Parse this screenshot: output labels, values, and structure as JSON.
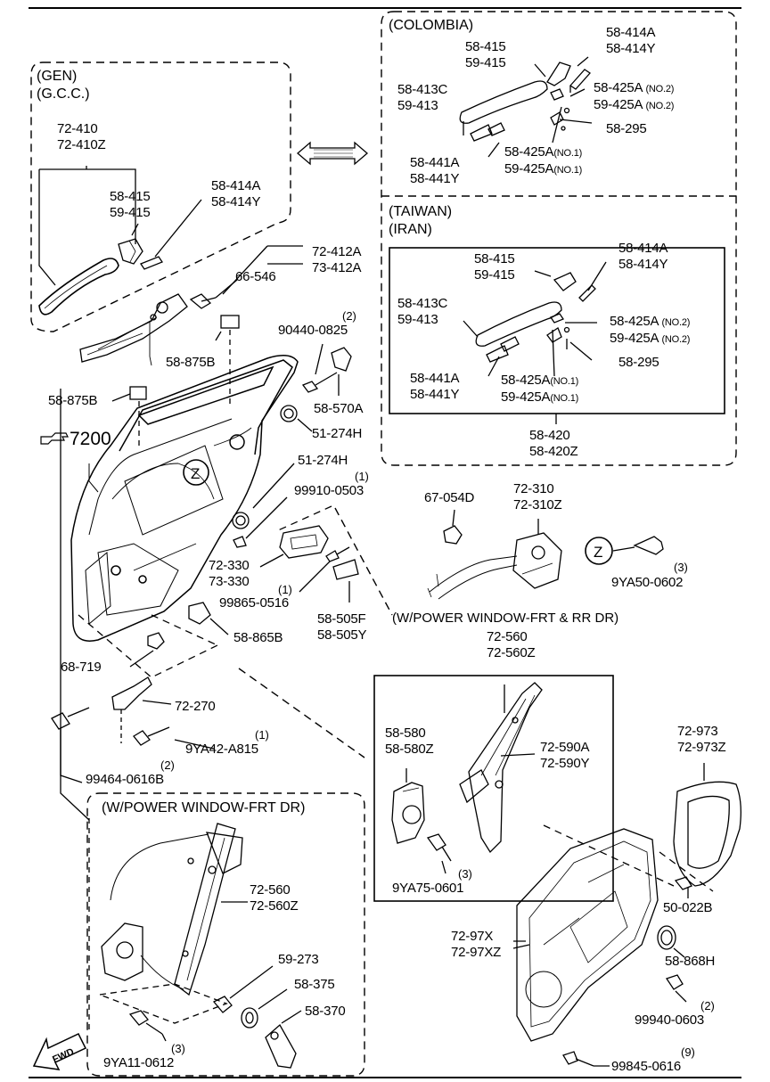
{
  "reference": {
    "icon": "pointing-hand-icon",
    "text": "7200"
  },
  "fwd": "FWD",
  "z_marker": "Z",
  "boxes": {
    "gen": {
      "title1": "(GEN)",
      "title2": "(G.C.C.)"
    },
    "colombia": {
      "title": "(COLOMBIA)"
    },
    "taiwan": {
      "title1": "(TAIWAN)",
      "title2": "(IRAN)"
    },
    "power_frt_rr": {
      "title": "(W/POWER WINDOW-FRT & RR DR)"
    },
    "power_frt": {
      "title": "(W/POWER WINDOW-FRT DR)"
    }
  },
  "labels": {
    "gen_72410": [
      "72-410",
      "72-410Z"
    ],
    "gen_58415": [
      "58-415",
      "59-415"
    ],
    "gen_58414": [
      "58-414A",
      "58-414Y"
    ],
    "col_58415": [
      "58-415",
      "59-415"
    ],
    "col_58414": [
      "58-414A",
      "58-414Y"
    ],
    "col_58413": [
      "58-413C",
      "59-413"
    ],
    "col_58425_no2": [
      "58-425A",
      "59-425A"
    ],
    "no2": "(NO.2)",
    "col_58295": "58-295",
    "col_58441": [
      "58-441A",
      "58-441Y"
    ],
    "col_58425_no1": [
      "58-425A",
      "59-425A"
    ],
    "no1": "(NO.1)",
    "tw_58415": [
      "58-415",
      "59-415"
    ],
    "tw_58414": [
      "58-414A",
      "58-414Y"
    ],
    "tw_58413": [
      "58-413C",
      "59-413"
    ],
    "tw_58425_no2": [
      "58-425A",
      "59-425A"
    ],
    "tw_58295": "58-295",
    "tw_58441": [
      "58-441A",
      "58-441Y"
    ],
    "tw_58425_no1": [
      "58-425A",
      "59-425A"
    ],
    "tw_58420": [
      "58-420",
      "58-420Z"
    ],
    "l_72412": [
      "72-412A",
      "73-412A"
    ],
    "l_66546": "66-546",
    "l_58875b_top": "58-875B",
    "l_58875b_left": "58-875B",
    "l_90440": "90440-0825",
    "q_90440": "(2)",
    "l_58570": "58-570A",
    "l_51274_a": "51-274H",
    "l_51274_b": "51-274H",
    "l_99910": "99910-0503",
    "q_99910": "(1)",
    "l_72330": [
      "72-330",
      "73-330"
    ],
    "l_99865": "99865-0516",
    "q_99865": "(1)",
    "l_58505": [
      "58-505F",
      "58-505Y"
    ],
    "l_67054": "67-054D",
    "l_72310": [
      "72-310",
      "72-310Z"
    ],
    "l_9ya50": "9YA50-0602",
    "q_9ya50": "(3)",
    "l_58865": "58-865B",
    "l_68719": "68-719",
    "l_72270": "72-270",
    "l_9ya42": "9YA42-A815",
    "q_9ya42": "(1)",
    "l_99464": "99464-0616B",
    "q_99464": "(2)",
    "l_72560_top": [
      "72-560",
      "72-560Z"
    ],
    "l_58580": [
      "58-580",
      "58-580Z"
    ],
    "l_72590": [
      "72-590A",
      "72-590Y"
    ],
    "l_9ya75": "9YA75-0601",
    "q_9ya75": "(3)",
    "l_72973": [
      "72-973",
      "72-973Z"
    ],
    "l_50022": "50-022B",
    "l_7297x": [
      "72-97X",
      "72-97XZ"
    ],
    "l_58868": "58-868H",
    "l_99940": "99940-0603",
    "q_99940": "(2)",
    "l_99845": "99845-0616",
    "q_99845": "(9)",
    "l_72560_bot": [
      "72-560",
      "72-560Z"
    ],
    "l_59273": "59-273",
    "l_58375": "58-375",
    "l_58370": "58-370",
    "l_9ya11": "9YA11-0612",
    "q_9ya11": "(3)"
  }
}
